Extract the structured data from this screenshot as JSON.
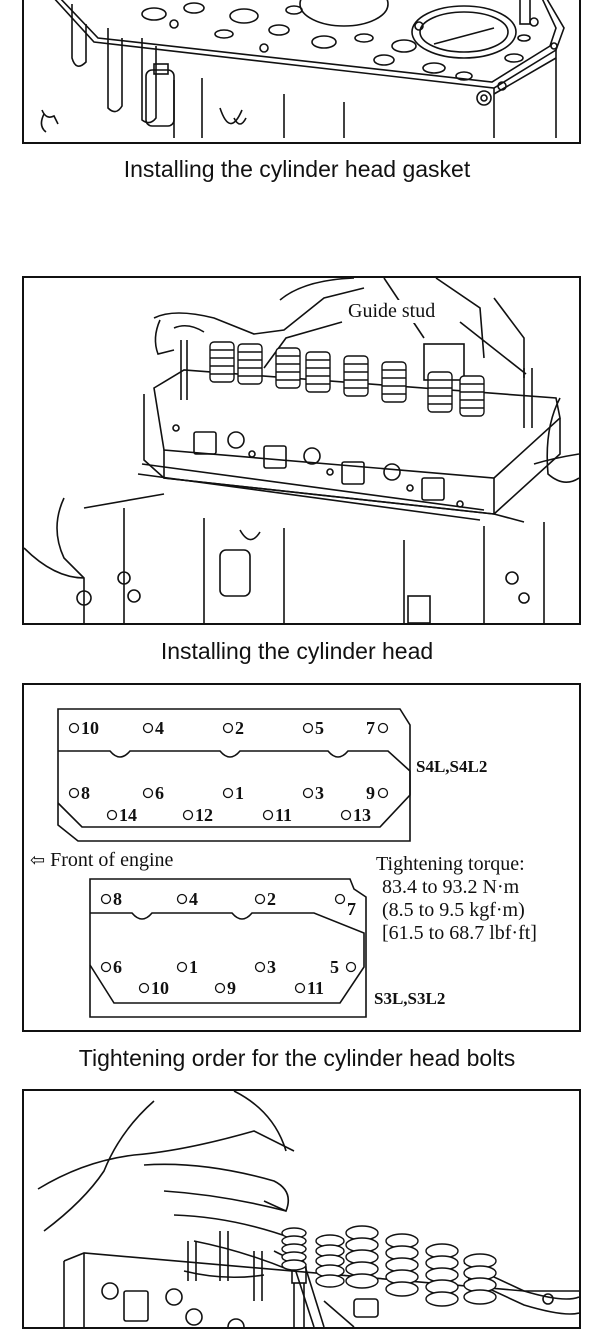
{
  "captions": {
    "gasket": "Installing the cylinder head gasket",
    "head": "Installing the cylinder head",
    "order": "Tightening order for the cylinder head bolts"
  },
  "head_figure": {
    "guide_stud_label": "Guide stud"
  },
  "order_figure": {
    "s4_model": "S4L,S4L2",
    "s3_model": "S3L,S3L2",
    "front_label": "Front of engine",
    "front_arrow": "⇦",
    "torque_title": "Tightening torque:",
    "torque_nm": "83.4 to 93.2 N·m",
    "torque_kgf": "(8.5 to 9.5 kgf·m)",
    "torque_lbf": "[61.5 to 68.7 lbf·ft]",
    "s4_bolts": [
      "1",
      "2",
      "3",
      "4",
      "5",
      "6",
      "7",
      "8",
      "9",
      "10",
      "11",
      "12",
      "13",
      "14"
    ],
    "s3_bolts": [
      "1",
      "2",
      "3",
      "4",
      "5",
      "6",
      "7",
      "8",
      "9",
      "10",
      "11"
    ]
  }
}
